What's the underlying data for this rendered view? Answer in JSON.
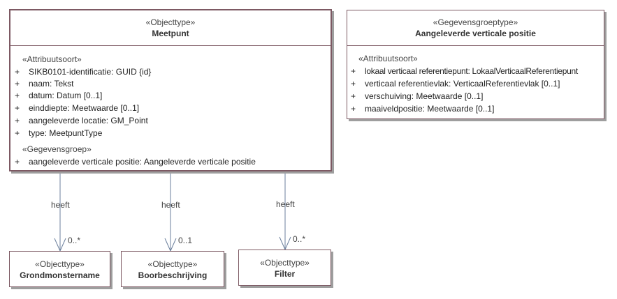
{
  "meetpunt": {
    "stereotype": "«Objecttype»",
    "name": "Meetpunt",
    "attr_section": "«Attribuutsoort»",
    "attributes": [
      {
        "vis": "+",
        "text": "SIKB0101-identificatie: GUID {id}"
      },
      {
        "vis": "+",
        "text": "naam: Tekst"
      },
      {
        "vis": "+",
        "text": "datum: Datum [0..1]"
      },
      {
        "vis": "+",
        "text": "einddiepte: Meetwaarde [0..1]"
      },
      {
        "vis": "+",
        "text": "aangeleverde locatie: GM_Point"
      },
      {
        "vis": "+",
        "text": "type: MeetpuntType"
      }
    ],
    "group_section": "«Gegevensgroep»",
    "groups": [
      {
        "vis": "+",
        "text": "aangeleverde verticale positie: Aangeleverde verticale positie"
      }
    ]
  },
  "positie": {
    "stereotype": "«Gegevensgroeptype»",
    "name": "Aangeleverde verticale positie",
    "attr_section": "«Attribuutsoort»",
    "attributes": [
      {
        "vis": "+",
        "text": "lokaal verticaal referentiepunt: LokaalVerticaalReferentiepunt"
      },
      {
        "vis": "+",
        "text": "verticaal referentievlak: VerticaalReferentievlak [0..1]"
      },
      {
        "vis": "+",
        "text": "verschuiving: Meetwaarde [0..1]"
      },
      {
        "vis": "+",
        "text": "maaiveldpositie: Meetwaarde [0..1]"
      }
    ]
  },
  "targets": [
    {
      "stereotype": "«Objecttype»",
      "name": "Grondmonstername"
    },
    {
      "stereotype": "«Objecttype»",
      "name": "Boorbeschrijving"
    },
    {
      "stereotype": "«Objecttype»",
      "name": "Filter"
    }
  ],
  "associations": [
    {
      "label": "heeft",
      "multiplicity": "0..*"
    },
    {
      "label": "heeft",
      "multiplicity": "0..1"
    },
    {
      "label": "heeft",
      "multiplicity": "0..*"
    }
  ]
}
